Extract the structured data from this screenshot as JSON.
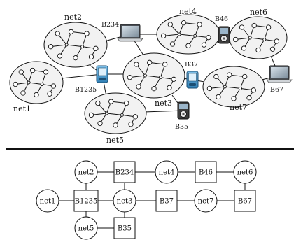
{
  "top_diagram": {
    "networks": [
      {
        "id": "net1",
        "label": "net1"
      },
      {
        "id": "net2",
        "label": "net2"
      },
      {
        "id": "net3",
        "label": "net3"
      },
      {
        "id": "net4",
        "label": "net4"
      },
      {
        "id": "net5",
        "label": "net5"
      },
      {
        "id": "net6",
        "label": "net6"
      },
      {
        "id": "net7",
        "label": "net7"
      }
    ],
    "devices": [
      {
        "id": "B234",
        "label": "B234",
        "icon": "laptop-icon"
      },
      {
        "id": "B46",
        "label": "B46",
        "icon": "media-player-icon"
      },
      {
        "id": "B67",
        "label": "B67",
        "icon": "laptop-icon"
      },
      {
        "id": "B1235",
        "label": "B1235",
        "icon": "pda-icon"
      },
      {
        "id": "B37",
        "label": "B37",
        "icon": "pda-icon"
      },
      {
        "id": "B35",
        "label": "B35",
        "icon": "media-player-icon"
      }
    ]
  },
  "bipartite_graph": {
    "net_nodes": [
      "net1",
      "net2",
      "net3",
      "net4",
      "net5",
      "net6",
      "net7"
    ],
    "bridge_nodes": [
      "B1235",
      "B234",
      "B35",
      "B37",
      "B46",
      "B67"
    ],
    "edges": [
      [
        "net1",
        "B1235"
      ],
      [
        "net2",
        "B1235"
      ],
      [
        "net3",
        "B1235"
      ],
      [
        "net5",
        "B1235"
      ],
      [
        "net2",
        "B234"
      ],
      [
        "net3",
        "B234"
      ],
      [
        "net4",
        "B234"
      ],
      [
        "net3",
        "B35"
      ],
      [
        "net5",
        "B35"
      ],
      [
        "net3",
        "B37"
      ],
      [
        "net7",
        "B37"
      ],
      [
        "net4",
        "B46"
      ],
      [
        "net6",
        "B46"
      ],
      [
        "net6",
        "B67"
      ],
      [
        "net7",
        "B67"
      ]
    ]
  }
}
